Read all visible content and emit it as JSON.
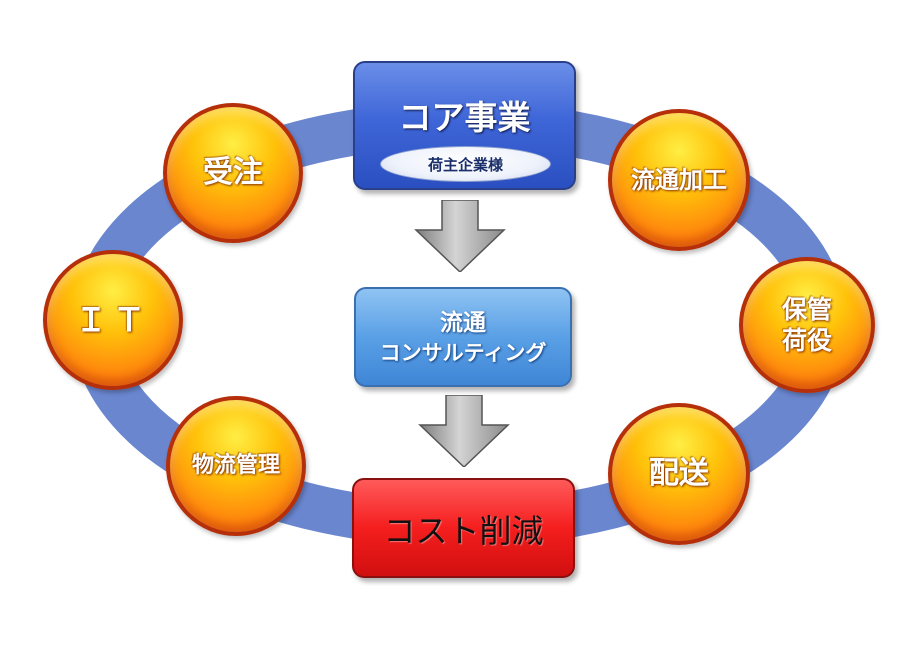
{
  "diagram": {
    "core": {
      "title": "コア事業",
      "subtitle": "荷主企業様"
    },
    "consulting": {
      "line1": "流通",
      "line2": "コンサルティング"
    },
    "result": {
      "title": "コスト削減"
    },
    "cycle_nodes": [
      {
        "label": "受注"
      },
      {
        "label": "流通加工"
      },
      {
        "label": "ＩＴ"
      },
      {
        "label": "保管"
      },
      {
        "label": "荷役"
      },
      {
        "label": "物流管理"
      },
      {
        "label": "配送"
      }
    ]
  },
  "colors": {
    "ring": "#6a86cf",
    "node_gradient_top": "#ffee44",
    "node_gradient_bottom": "#f05010",
    "node_border": "#b52f0a",
    "core_box": "#3f66d8",
    "consult_box": "#5aa0e6",
    "cost_box": "#f51e1e",
    "arrow": "#a9a9a9"
  }
}
